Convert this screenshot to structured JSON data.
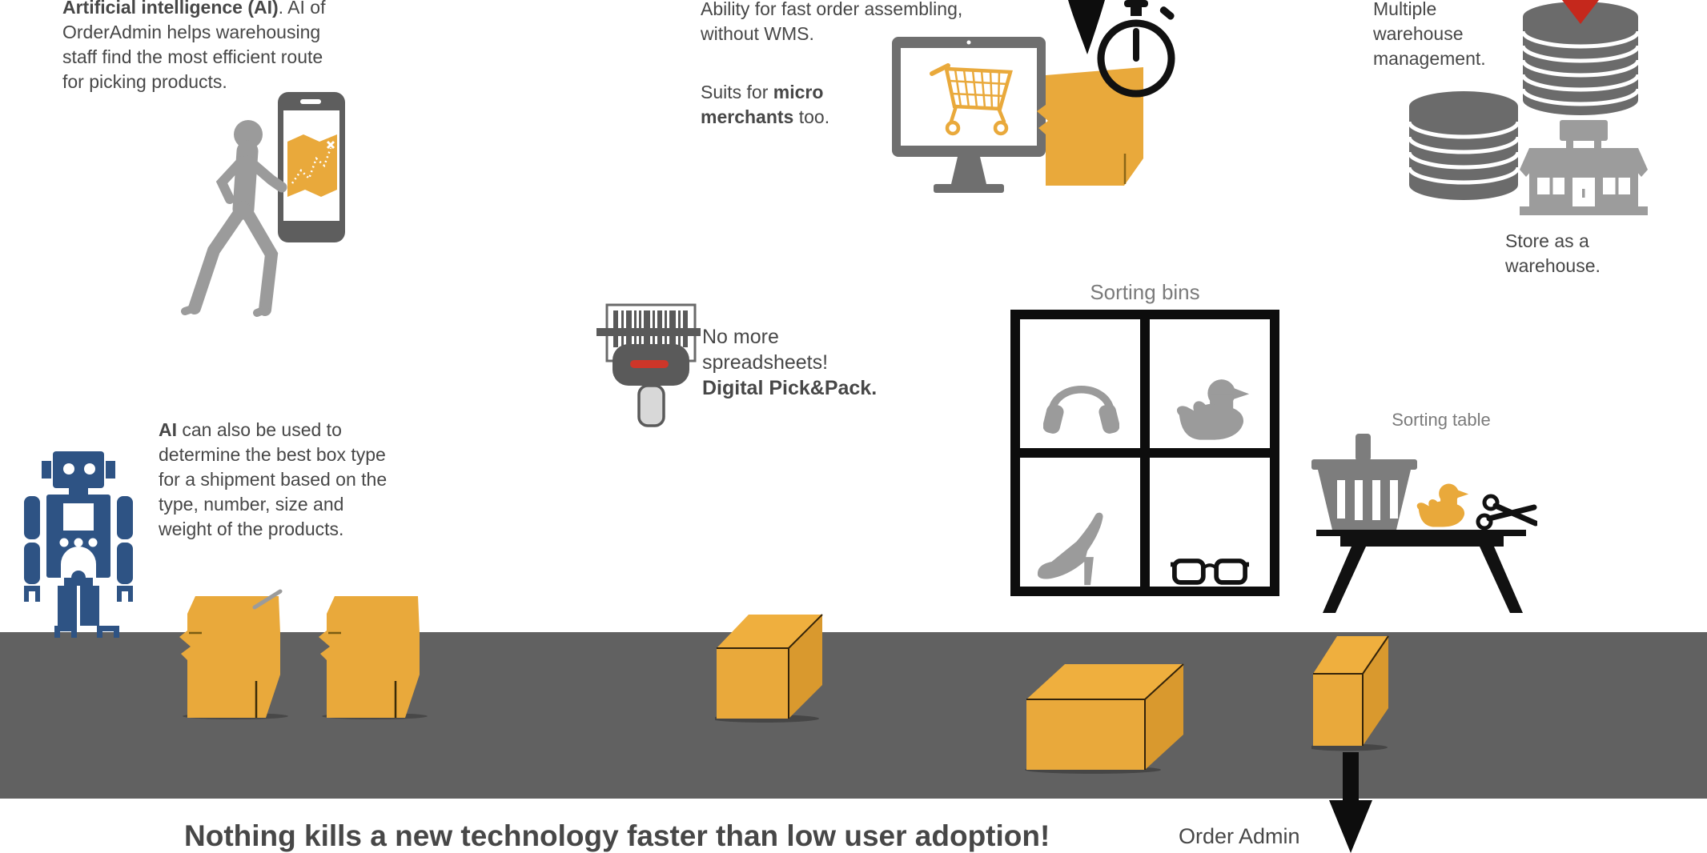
{
  "title": "OrderAdmin warehousing infographic",
  "colors": {
    "accent_orange": "#E9A93B",
    "robot_blue": "#2E5384",
    "conveyor_gray": "#616161",
    "figure_gray": "#9B9B9B",
    "device_gray": "#5E5E5E",
    "text_gray": "#474747",
    "label_gray": "#7B7B7B",
    "alert_red": "#C5281C",
    "black": "#0D0D0D"
  },
  "sections": {
    "ai_route": {
      "line1_bold": "Artificial intelligence (AI)",
      "line1_rest": ". AI of",
      "line2": "OrderAdmin helps warehousing",
      "line3": "staff find the most efficient route",
      "line4": "for picking products."
    },
    "fast_order": {
      "line1": "Ability for fast order assembling,",
      "line2": "without WMS.",
      "line3_pre": "Suits for ",
      "line3_bold": "micro",
      "line4_bold": "merchants",
      "line4_rest": " too."
    },
    "multi_warehouse": {
      "line1": "Multiple",
      "line2": "warehouse",
      "line3": "management."
    },
    "store_as_warehouse": {
      "line1": "Store as a",
      "line2": "warehouse."
    },
    "pick_pack": {
      "line1": "No more",
      "line2": "spreadsheets!",
      "line3": "Digital Pick&Pack."
    },
    "sorting_bins": {
      "label": "Sorting bins",
      "items": [
        "headphones",
        "rubber duck",
        "high heel shoe",
        "glasses"
      ]
    },
    "sorting_table": {
      "label": "Sorting table",
      "items": [
        "shopping basket",
        "rubber duck",
        "scissors"
      ]
    },
    "ai_packing": {
      "line1_bold": "AI",
      "line1_rest": " can also be used to",
      "line2": "determine the best box type",
      "line3": "for a shipment based on the",
      "line4": "type, number, size and",
      "line5": "weight of the products."
    },
    "footer": {
      "headline": "Nothing kills a new technology faster than low user adoption!",
      "brand": "Order Admin"
    }
  },
  "icons": [
    "walking-person",
    "smartphone-map",
    "monitor-shopping-cart",
    "down-arrow",
    "stopwatch",
    "package-bag",
    "database-stack",
    "red-down-arrow",
    "store",
    "barcode-scanner",
    "headphones",
    "rubber-duck",
    "high-heel-shoe",
    "glasses",
    "shopping-basket",
    "scissors",
    "robot",
    "open-box",
    "cardboard-box",
    "conveyor-belt",
    "black-down-arrow"
  ]
}
